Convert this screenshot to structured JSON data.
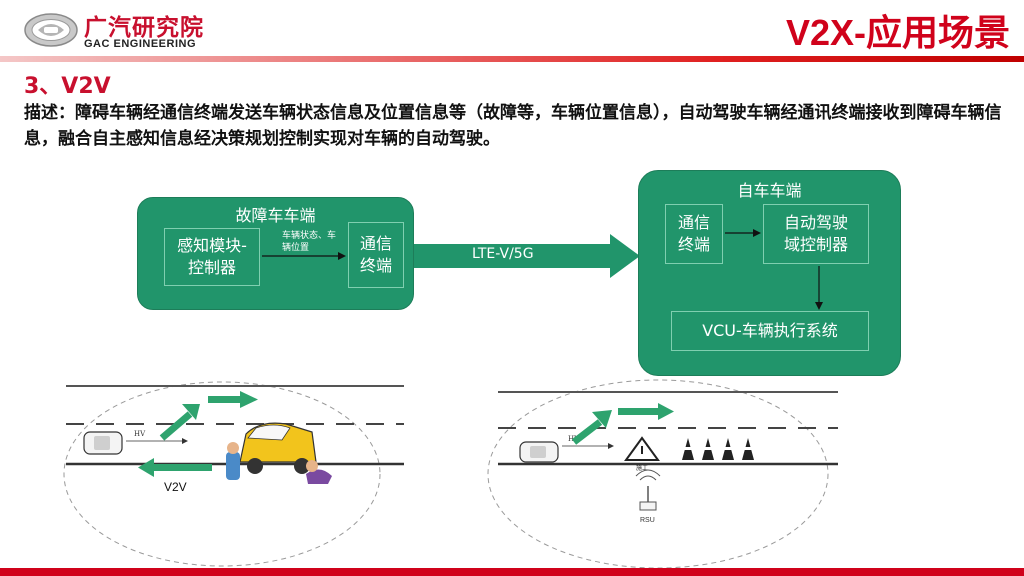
{
  "header": {
    "logo_cn": "广汽研究院",
    "logo_en": "GAC ENGINEERING",
    "title": "V2X-应用场景"
  },
  "section": {
    "heading": "3、V2V",
    "description": "描述：障碍车辆经通信终端发送车辆状态信息及位置信息等（故障等，车辆位置信息），自动驾驶车辆经通讯终端接收到障碍车辆信息，融合自主感知信息经决策规划控制实现对车辆的自动驾驶。"
  },
  "diagram": {
    "faulty_panel": {
      "title": "故障车车端",
      "sensor_box": "感知模块-控制器",
      "link_note": "车辆状态、车辆位置",
      "comm_box": "通信终端"
    },
    "link_label": "LTE-V/5G",
    "ego_panel": {
      "title": "自车车端",
      "comm_box": "通信终端",
      "adc_box": "自动驾驶域控制器",
      "vcu_box": "VCU-车辆执行系统"
    }
  },
  "scenes": {
    "left": {
      "hv_label": "HV",
      "v2v_label": "V2V"
    },
    "right": {
      "hv_label": "HV",
      "sign_label": "施工",
      "rsu_label": "RSU"
    }
  },
  "colors": {
    "brand_red": "#d0021b",
    "panel_green": "#21956b",
    "arrow_green": "#2ea36e"
  }
}
